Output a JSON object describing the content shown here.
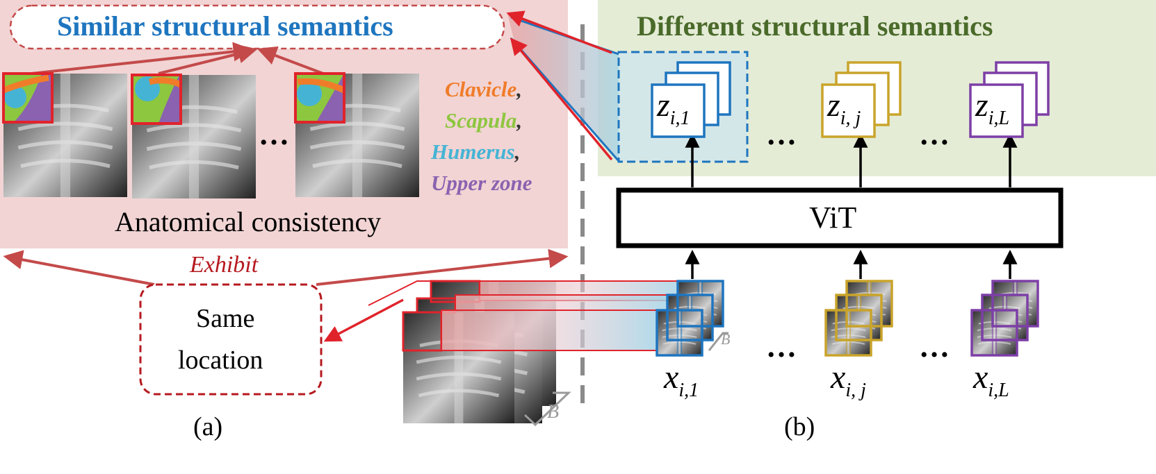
{
  "colors": {
    "panel_a_bg": "#f2d4d4",
    "panel_b_bg": "#e4ecd6",
    "red": "#e0232b",
    "blue": "#1e75bf",
    "gold": "#c9a42a",
    "purple": "#7d3fa6",
    "title_a": "#1e75bf",
    "title_b": "#4a6a2a",
    "exhibit": "#b5191f",
    "clavicle": "#f07c2a",
    "scapula": "#8dc63f",
    "humerus": "#45b4d4",
    "upper_zone": "#8a62b0"
  },
  "panel_a": {
    "title": "Similar structural semantics",
    "legend": {
      "clavicle": "Clavicle",
      "scapula": "Scapula",
      "humerus": "Humerus",
      "upper_zone": "Upper zone",
      "comma": ","
    },
    "caption_consistency": "Anatomical consistency",
    "exhibit_label": "Exhibit",
    "same_location_line1": "Same",
    "same_location_line2": "location",
    "ellipsis": "…",
    "panel_label": "(a)",
    "batch_label": "B"
  },
  "panel_b": {
    "title": "Different structural semantics",
    "vit_label": "ViT",
    "panel_label": "(b)",
    "ellipsis": "…",
    "batch_label": "B",
    "z_symbol": "z",
    "x_symbol": "x",
    "columns": [
      {
        "sub": "i,1",
        "color_key": "blue"
      },
      {
        "sub": "i, j",
        "color_key": "gold"
      },
      {
        "sub": "i,L",
        "color_key": "purple"
      }
    ]
  }
}
